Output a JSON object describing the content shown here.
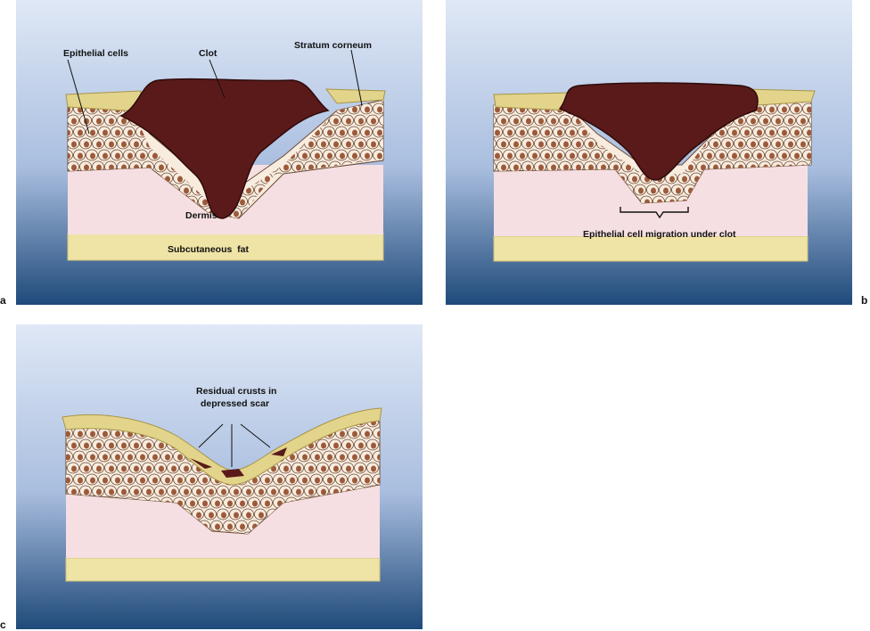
{
  "panels": [
    {
      "id": "a",
      "letter": "a",
      "labels": {
        "epithelial": "Epithelial cells",
        "clot": "Clot",
        "stratum": "Stratum corneum",
        "dermis": "Dermis",
        "fat": "Subcutaneous  fat"
      }
    },
    {
      "id": "b",
      "letter": "b",
      "labels": {
        "migration": "Epithelial cell migration under clot"
      }
    },
    {
      "id": "c",
      "letter": "c",
      "labels": {
        "crusts_line1": "Residual crusts in",
        "crusts_line2": "depressed scar"
      }
    }
  ],
  "colors": {
    "bg_top": "#dfe8f6",
    "bg_mid": "#a9bedf",
    "bg_bottom": "#1f4a7a",
    "clot": "#5a1a1a",
    "clot_edge": "#2e0a0a",
    "dermis": "#f6dfe2",
    "fat": "#efe3a6",
    "stratum": "#e2d48a",
    "cell_fill": "#f8ecdf",
    "cell_edge": "#6b4a34",
    "nucleus": "#9c5a3a"
  }
}
